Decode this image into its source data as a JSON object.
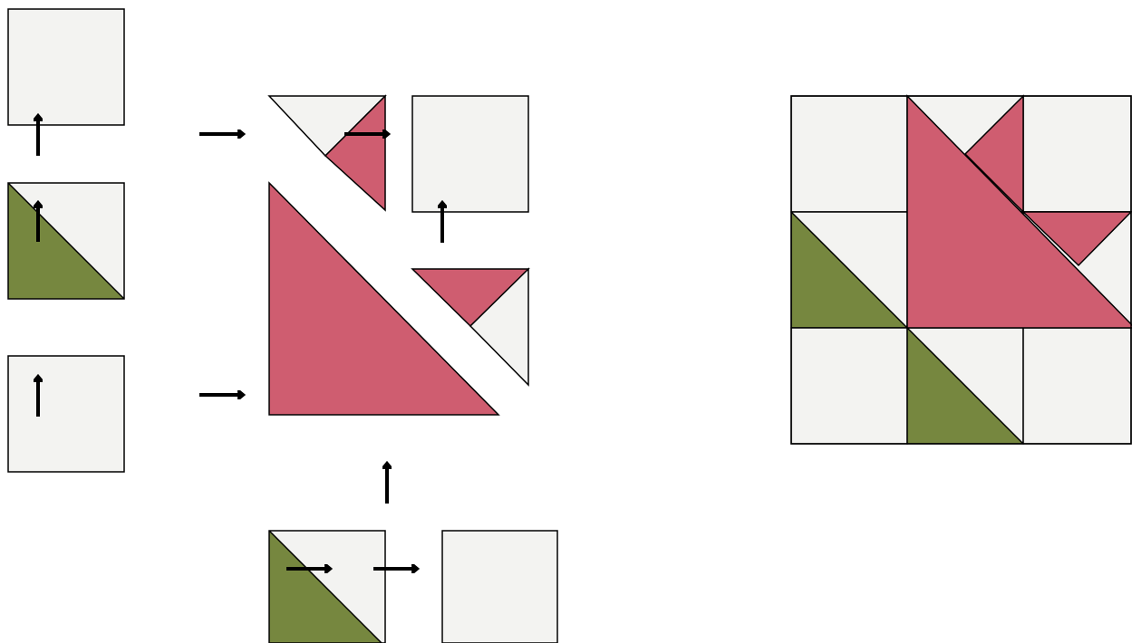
{
  "colors": {
    "background": "#ffffff",
    "white_fabric": "#f3f3f1",
    "red_fabric": "#cf5d70",
    "red_fabric_dark": "#c14e62",
    "green_fabric": "#76873f",
    "green_fabric_dark": "#67783a",
    "outline": "#000000",
    "arrow": "#000000"
  },
  "icons": {
    "arrow_up": "arrow-up-icon",
    "arrow_right": "arrow-right-icon"
  },
  "assembly_diagram": {
    "left_column_pieces": [
      "background-square",
      "green-half-square-triangle",
      "background-square"
    ],
    "middle_pieces": [
      "small-split-triangle-pair",
      "background-square",
      "large-red-triangle",
      "small-red-white-triangle-unit",
      "green-half-square-triangle",
      "background-square"
    ],
    "finished_block": {
      "grid": "3x3",
      "fabrics": [
        "white",
        "red",
        "green"
      ]
    }
  }
}
